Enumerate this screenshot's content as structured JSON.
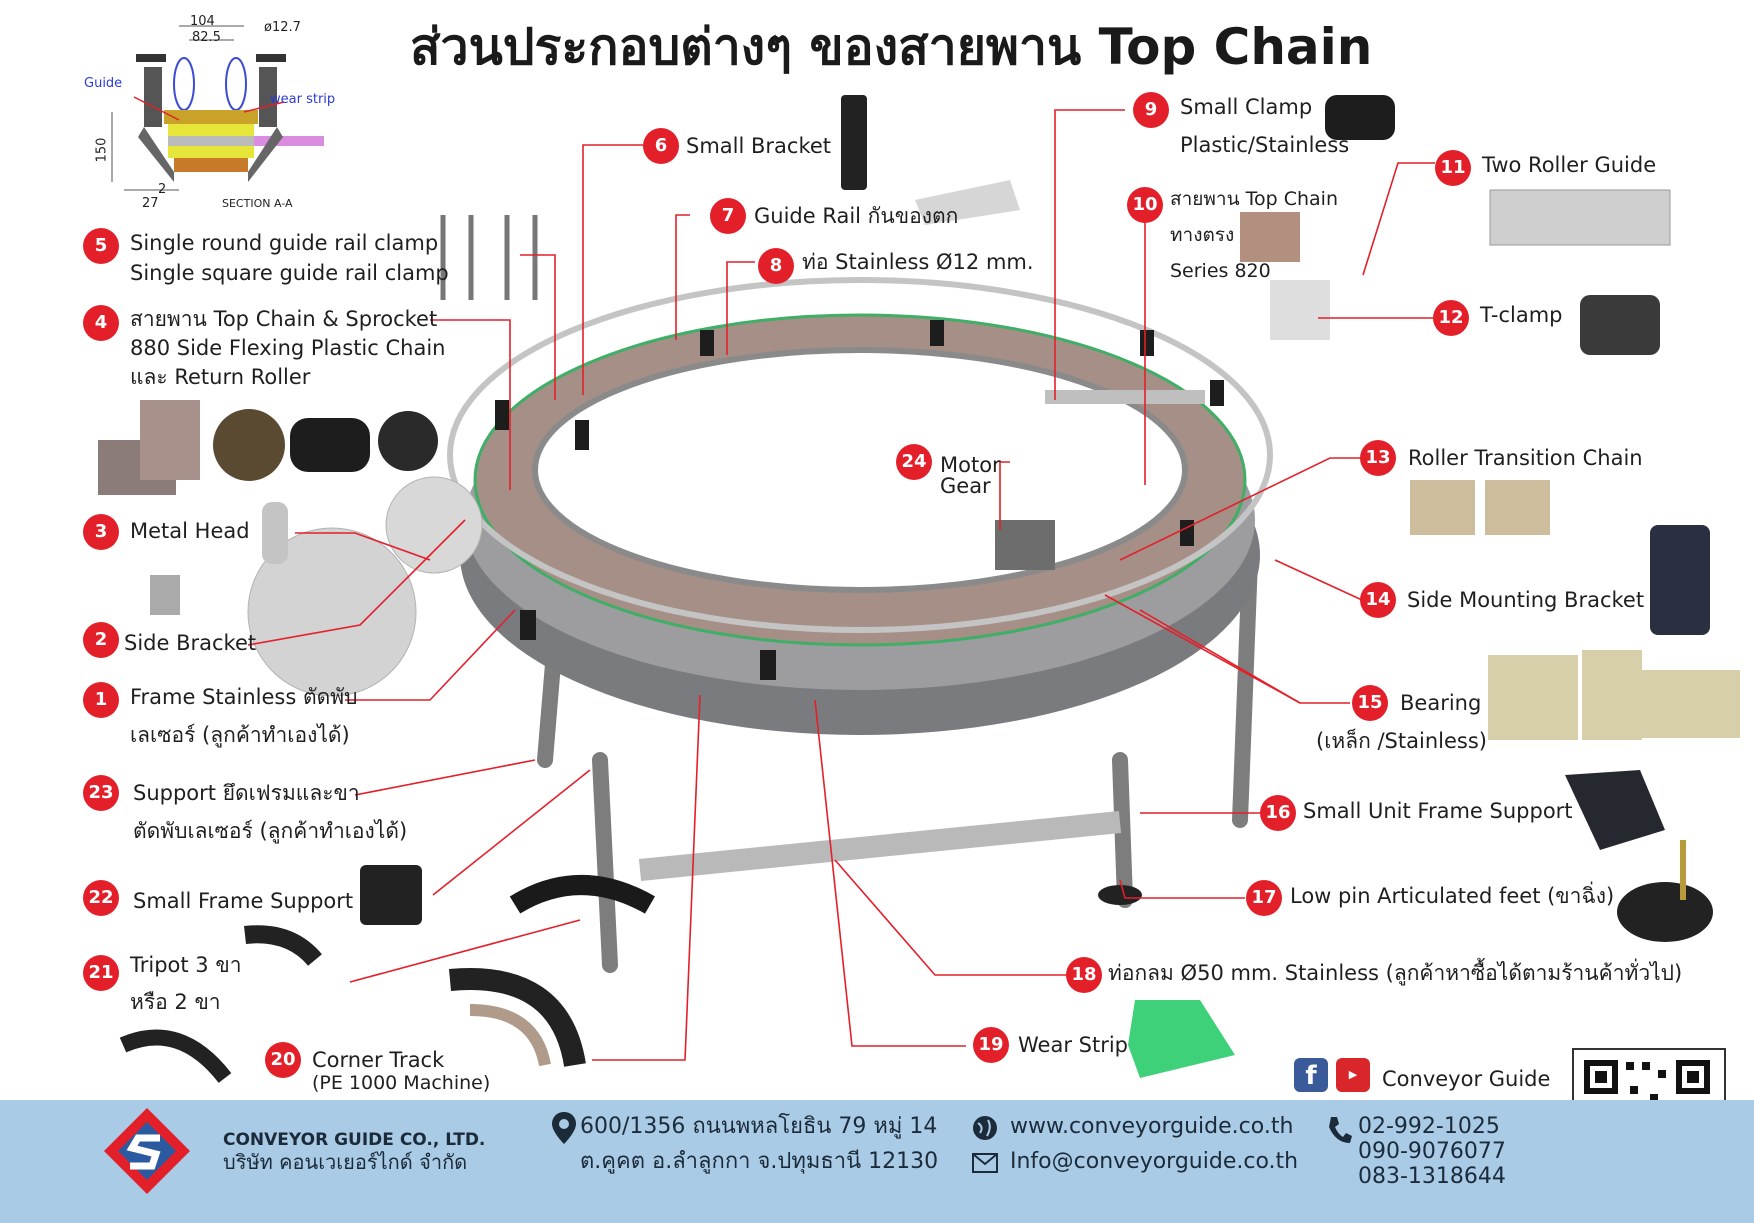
{
  "title": "ส่วนประกอบต่างๆ ของสายพาน Top Chain",
  "diagram": {
    "dims": [
      "104",
      "82.5",
      "ø12.7",
      "150",
      "2",
      "27"
    ],
    "guide": "Guide",
    "wear_strip": "wear strip",
    "section": "SECTION A-A"
  },
  "parts": [
    {
      "num": "1",
      "lines": [
        "Frame Stainless ตัดพับ",
        "เลเซอร์ (ลูกค้าทำเองได้)"
      ]
    },
    {
      "num": "2",
      "lines": [
        "Side Bracket"
      ]
    },
    {
      "num": "3",
      "lines": [
        "Metal Head"
      ]
    },
    {
      "num": "4",
      "lines": [
        "สายพาน Top Chain & Sprocket",
        "880 Side Flexing Plastic Chain",
        "และ Return Roller"
      ]
    },
    {
      "num": "5",
      "lines": [
        "Single round guide rail clamp",
        "Single square guide rail clamp"
      ]
    },
    {
      "num": "6",
      "lines": [
        "Small Bracket"
      ]
    },
    {
      "num": "7",
      "lines": [
        "Guide Rail กันของตก"
      ]
    },
    {
      "num": "8",
      "lines": [
        "ท่อ Stainless Ø12 mm."
      ]
    },
    {
      "num": "9",
      "lines": [
        "Small Clamp",
        "Plastic/Stainless"
      ]
    },
    {
      "num": "10",
      "lines": [
        "สายพาน Top Chain",
        "ทางตรง",
        "Series 820"
      ]
    },
    {
      "num": "11",
      "lines": [
        "Two Roller Guide"
      ]
    },
    {
      "num": "12",
      "lines": [
        "T-clamp"
      ]
    },
    {
      "num": "13",
      "lines": [
        "Roller Transition Chain"
      ]
    },
    {
      "num": "14",
      "lines": [
        "Side Mounting Bracket"
      ]
    },
    {
      "num": "15",
      "lines": [
        "Bearing",
        "(เหล็ก /Stainless)"
      ]
    },
    {
      "num": "16",
      "lines": [
        "Small Unit Frame Support"
      ]
    },
    {
      "num": "17",
      "lines": [
        "Low pin Articulated feet (ขาฉิ่ง)"
      ]
    },
    {
      "num": "18",
      "lines": [
        "ท่อกลม Ø50 mm. Stainless (ลูกค้าหาซื้อได้ตามร้านค้าทั่วไป)"
      ]
    },
    {
      "num": "19",
      "lines": [
        "Wear Strip"
      ]
    },
    {
      "num": "20",
      "lines": [
        "Corner Track",
        "(PE 1000 Machine)"
      ]
    },
    {
      "num": "21",
      "lines": [
        "Tripot 3 ขา",
        "หรือ 2 ขา"
      ]
    },
    {
      "num": "22",
      "lines": [
        "Small Frame Support"
      ]
    },
    {
      "num": "23",
      "lines": [
        "Support ยึดเฟรมและขา",
        "ตัดพับเลเซอร์ (ลูกค้าทำเองได้)"
      ]
    },
    {
      "num": "24",
      "lines": [
        "Motor",
        "Gear"
      ]
    }
  ],
  "social": {
    "label": "Conveyor Guide"
  },
  "footer": {
    "company_en": "CONVEYOR GUIDE CO., LTD.",
    "company_th": "บริษัท คอนเวเยอร์ไกด์ จำกัด",
    "address_1": "600/1356 ถนนพหลโยธิน 79 หมู่ 14",
    "address_2": "ต.คูคต อ.ลำลูกกา จ.ปทุมธานี 12130",
    "website": "www.conveyorguide.co.th",
    "email": "Info@conveyorguide.co.th",
    "phone_1": "02-992-1025",
    "phone_2": "090-9076077",
    "phone_3": "083-1318644"
  },
  "colors": {
    "badge": "#e3202a",
    "leader": "#e3202a",
    "footer_bg": "#a9cbe6",
    "wear_strip": "#3fd17a"
  }
}
